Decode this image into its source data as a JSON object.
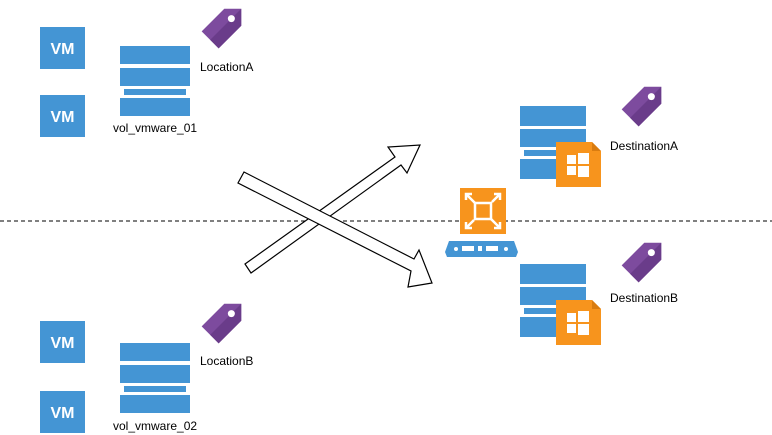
{
  "colors": {
    "storage_blue": "#4495d4",
    "tag_purple": "#7d4b9e",
    "windows_orange": "#f7941d",
    "divider": "#000000"
  },
  "vms": {
    "vm1": "VM",
    "vm2": "VM",
    "vm3": "VM",
    "vm4": "VM"
  },
  "labels": {
    "location_a": "LocationA",
    "location_b": "LocationB",
    "destination_a": "DestinationA",
    "destination_b": "DestinationB",
    "volume_1": "vol_vmware_01",
    "volume_2": "vol_vmware_02"
  },
  "icons": {
    "tag": "tag-icon",
    "storage": "storage-stack-icon",
    "windows": "windows-logo-icon",
    "proxy": "backup-proxy-icon",
    "server": "server-appliance-icon"
  }
}
